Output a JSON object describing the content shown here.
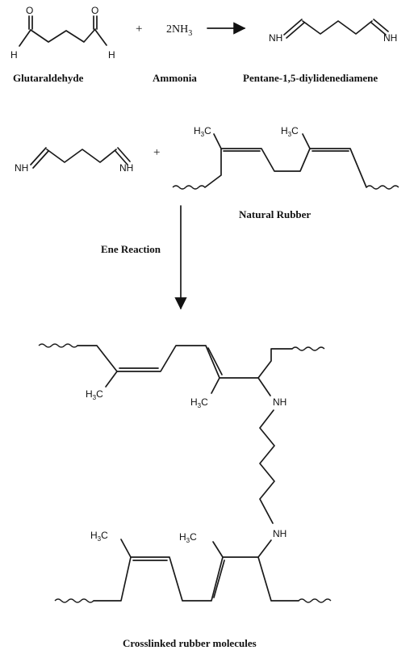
{
  "captions": {
    "glutaraldehyde": "Glutaraldehyde",
    "ammonia": "Ammonia",
    "diimine": "Pentane-1,5-diylidenediamene",
    "natural_rubber": "Natural Rubber",
    "ene_reaction": "Ene Reaction",
    "product": "Crosslinked rubber molecules"
  },
  "reagents": {
    "plus": "+",
    "ammonia_coeff": "2NH",
    "ammonia_sub": "3"
  },
  "atoms": {
    "O": "O",
    "H": "H",
    "NH": "NH",
    "H3C_main": "H",
    "H3C_sub": "3",
    "H3C_tail": "C"
  }
}
